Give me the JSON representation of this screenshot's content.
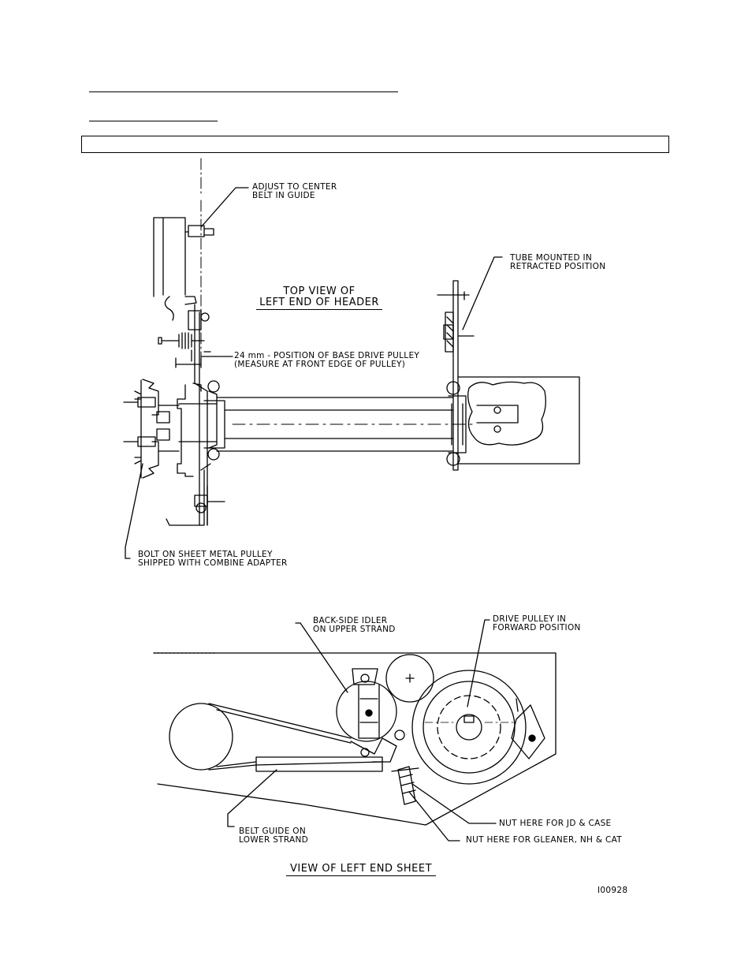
{
  "top_view": {
    "title_line1": "TOP VIEW OF",
    "title_line2": "LEFT END OF HEADER",
    "adjust_label_1": "ADJUST TO CENTER",
    "adjust_label_2": "BELT IN GUIDE",
    "tube_label_1": "TUBE MOUNTED IN",
    "tube_label_2": "RETRACTED POSITION",
    "position_label_1": "24 mm - POSITION OF BASE DRIVE PULLEY",
    "position_label_2": "(MEASURE AT FRONT EDGE OF PULLEY)",
    "bolt_label_1": "BOLT ON SHEET METAL PULLEY",
    "bolt_label_2": "SHIPPED WITH COMBINE ADAPTER"
  },
  "side_view": {
    "title": "VIEW OF LEFT END SHEET",
    "idler_label_1": "BACK-SIDE IDLER",
    "idler_label_2": "ON UPPER STRAND",
    "drive_label_1": "DRIVE PULLEY IN",
    "drive_label_2": "FORWARD POSITION",
    "nut_jd_label": "NUT HERE FOR JD & CASE",
    "nut_gleaner_label": "NUT HERE FOR GLEANER, NH & CAT",
    "guide_label_1": "BELT GUIDE ON",
    "guide_label_2": "LOWER STRAND"
  },
  "figure_number": "I00928"
}
